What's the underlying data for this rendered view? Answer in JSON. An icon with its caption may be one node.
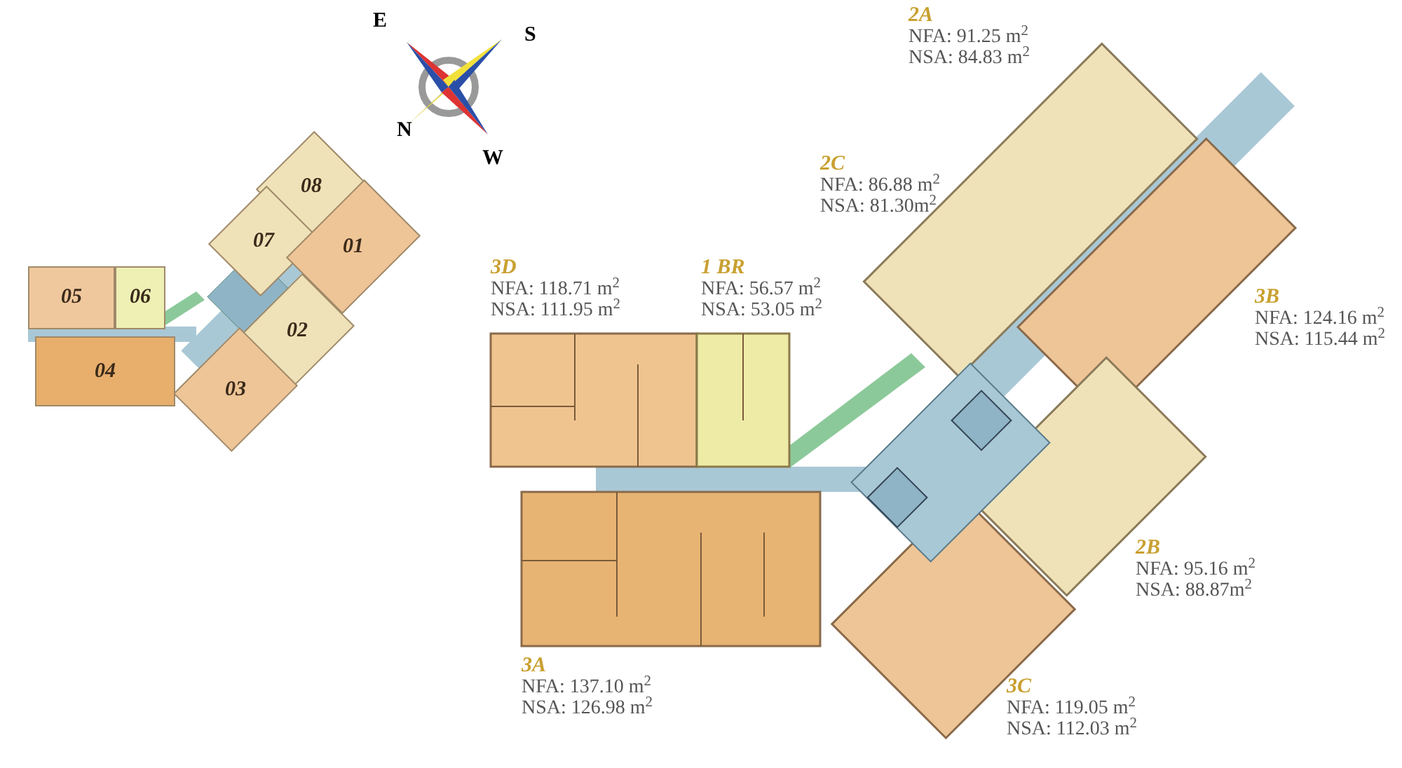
{
  "diagram": {
    "nodes": [
      {
        "text": [
          "08"
        ]
      },
      {
        "text": [
          "07"
        ]
      },
      {
        "text": [
          "01"
        ]
      },
      {
        "text": [
          "05"
        ]
      },
      {
        "text": [
          "06"
        ]
      },
      {
        "text": [
          "02"
        ]
      },
      {
        "text": [
          "04"
        ]
      },
      {
        "text": [
          "03"
        ]
      },
      {
        "text": [
          "2A",
          "NFA: 91.25 m$^{2}$",
          "NSA: 84.83 m$^{2}$"
        ]
      },
      {
        "text": [
          "2C",
          "NFA: 86.88 m$^{2}$",
          "NSA: 81.30m$^{2}$"
        ]
      },
      {
        "text": [
          "3D",
          "NFA: 118.71 m$^{2}$",
          "NSA: 111.95 m$^{2}$"
        ]
      },
      {
        "text": [
          "1 BR",
          "NFA: 56.57 m$^{2}$",
          "NSA: 53.05 m$^{2}$"
        ]
      },
      {
        "text": [
          "3B",
          "NFA: 124.16 m$^{2}$",
          "NSA: 115.44 m$^{2}$"
        ]
      },
      {
        "text": [
          "2B",
          "NFA: 95.16 m$^{2}$",
          "NSA: 88.87m$^{2}$"
        ]
      },
      {
        "text": [
          "3A",
          "NFA: 137.10 m$^{2}$",
          "NSA: 126.98 m$^{2}$"
        ]
      },
      {
        "text": [
          "3C",
          "NFA: 119.05 m$^{2}$",
          "NSA: 112.03 m$^{2}$"
        ]
      }
    ],
    "labels": [
      "E",
      "S",
      "N",
      "W"
    ]
  }
}
